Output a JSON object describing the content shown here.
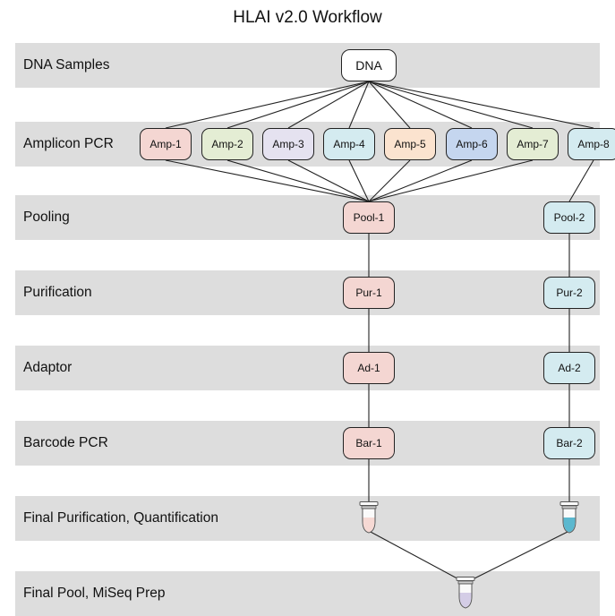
{
  "title": "HLAI v2.0 Workflow",
  "rows": [
    {
      "label": "DNA Samples"
    },
    {
      "label": "Amplicon PCR"
    },
    {
      "label": "Pooling"
    },
    {
      "label": "Purification"
    },
    {
      "label": "Adaptor"
    },
    {
      "label": "Barcode PCR"
    },
    {
      "label": "Final Purification, Quantification"
    },
    {
      "label": "Final Pool, MiSeq Prep"
    }
  ],
  "dna": {
    "label": "DNA",
    "color": "#ffffff"
  },
  "amplicons": [
    {
      "label": "Amp-1",
      "color": "#f4d6d2",
      "pool": 0
    },
    {
      "label": "Amp-2",
      "color": "#e4edd4",
      "pool": 0
    },
    {
      "label": "Amp-3",
      "color": "#e5e2f0",
      "pool": 0
    },
    {
      "label": "Amp-4",
      "color": "#d4ebf0",
      "pool": 0
    },
    {
      "label": "Amp-5",
      "color": "#fbe3cf",
      "pool": 0
    },
    {
      "label": "Amp-6",
      "color": "#c5d6ef",
      "pool": 0
    },
    {
      "label": "Amp-7",
      "color": "#e4edd4",
      "pool": 0
    },
    {
      "label": "Amp-8",
      "color": "#d4ebf0",
      "pool": 1
    }
  ],
  "branches": [
    {
      "color": "#f4d6d2",
      "steps": [
        "Pool-1",
        "Pur-1",
        "Ad-1",
        "Bar-1"
      ],
      "tube_liquid": "#f6d9d4",
      "tube_icon": "tube-icon"
    },
    {
      "color": "#d4ebf0",
      "steps": [
        "Pool-2",
        "Pur-2",
        "Ad-2",
        "Bar-2"
      ],
      "tube_liquid": "#5bb8cf",
      "tube_icon": "tube-icon"
    }
  ],
  "final_tube": {
    "liquid": "#d4cde6",
    "icon": "tube-icon"
  },
  "colors": {
    "band": "#dddddd",
    "line": "#222222",
    "cap": "#555555"
  }
}
